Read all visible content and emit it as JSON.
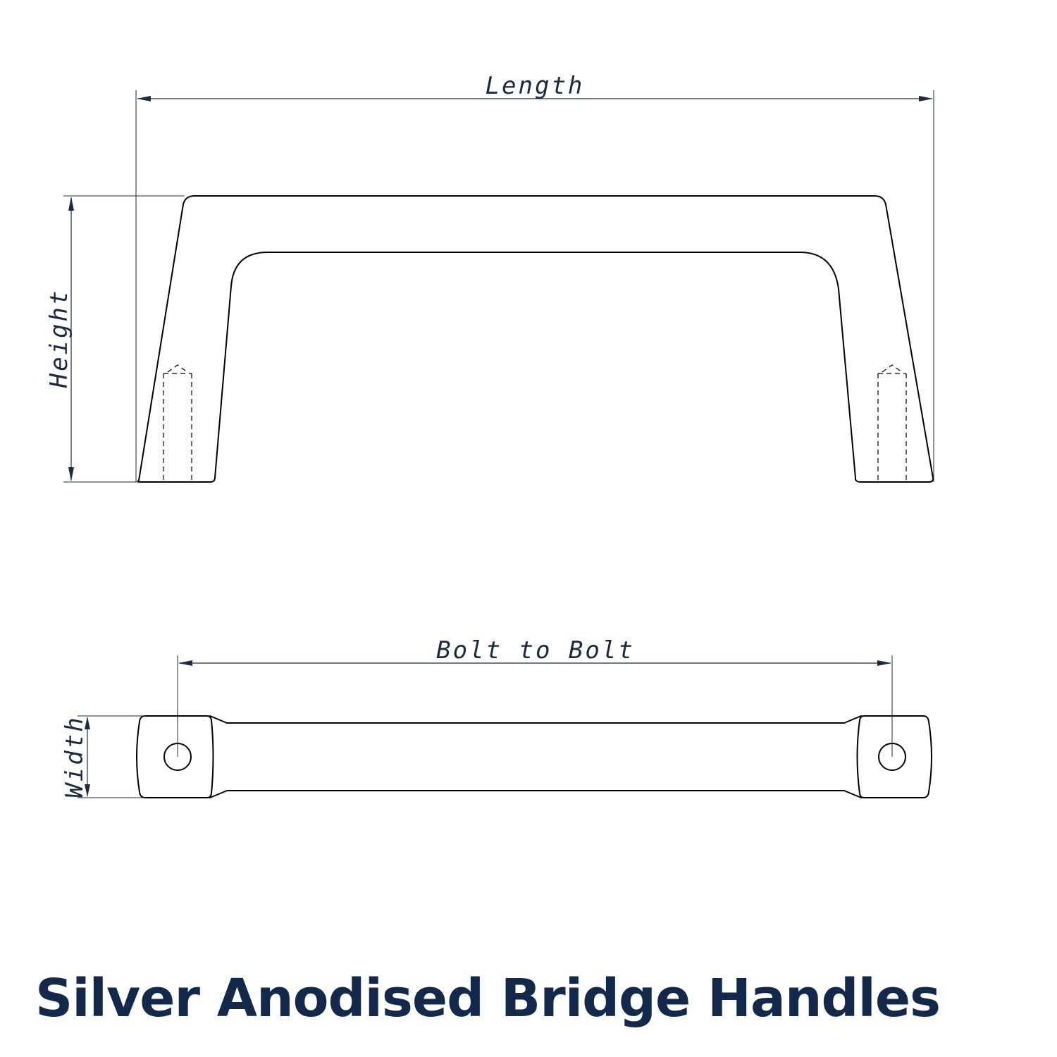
{
  "title": "Silver Anodised Bridge Handles",
  "dimensions": {
    "length": "Length",
    "height": "Height",
    "bolt_to_bolt": "Bolt to Bolt",
    "width": "Width"
  },
  "views": [
    "side-elevation",
    "plan"
  ],
  "colors": {
    "title": "#13294b",
    "dimension": "#1a2b45",
    "outline": "#000000",
    "background": "#ffffff"
  }
}
